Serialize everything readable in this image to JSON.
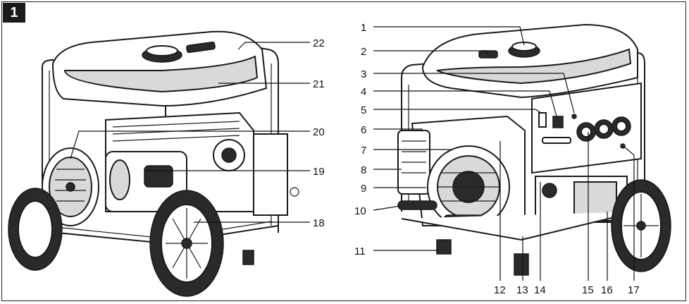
{
  "figure": {
    "number": "1",
    "left_view_labels": [
      "22",
      "21",
      "20",
      "19",
      "18"
    ],
    "right_top_labels": [
      "1",
      "2",
      "3",
      "4",
      "5",
      "6",
      "7",
      "8",
      "9",
      "10",
      "11"
    ],
    "right_bottom_labels": [
      "12",
      "13",
      "14",
      "15",
      "16",
      "17"
    ]
  }
}
